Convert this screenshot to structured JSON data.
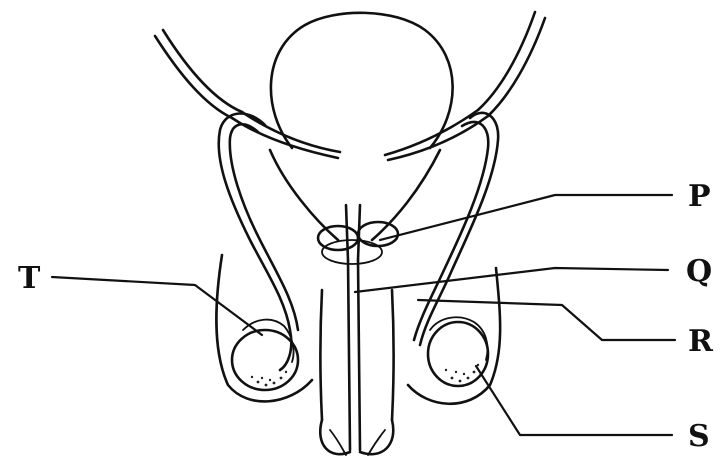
{
  "diagram": {
    "labels": {
      "P": "P",
      "Q": "Q",
      "R": "R",
      "S": "S",
      "T": "T"
    }
  }
}
